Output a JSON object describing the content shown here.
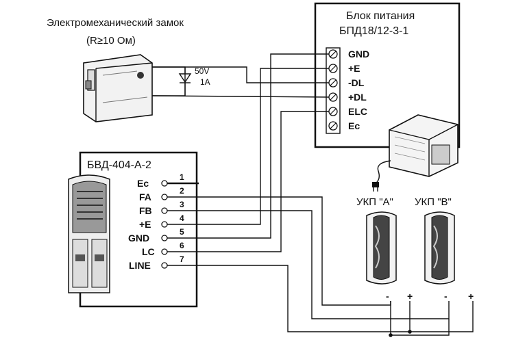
{
  "lock": {
    "title": "Электромеханический замок",
    "rating": "(R≥10 Ом)",
    "diode_voltage": "50V",
    "diode_current": "1A"
  },
  "psu": {
    "title": "Блок питания",
    "model": "БПД18/12-3-1",
    "terminals": [
      "GND",
      "+E",
      "-DL",
      "+DL",
      "ELC",
      "Ec"
    ]
  },
  "panel": {
    "model": "БВД-404-А-2",
    "terminals": [
      "Ec",
      "FA",
      "FB",
      "+E",
      "GND",
      "LC",
      "LINE"
    ],
    "numbers": [
      "1",
      "2",
      "3",
      "4",
      "5",
      "6",
      "7"
    ]
  },
  "handsets": {
    "a_label": "УКП \"А\"",
    "b_label": "УКП \"В\"",
    "minus": "-",
    "plus": "+"
  }
}
